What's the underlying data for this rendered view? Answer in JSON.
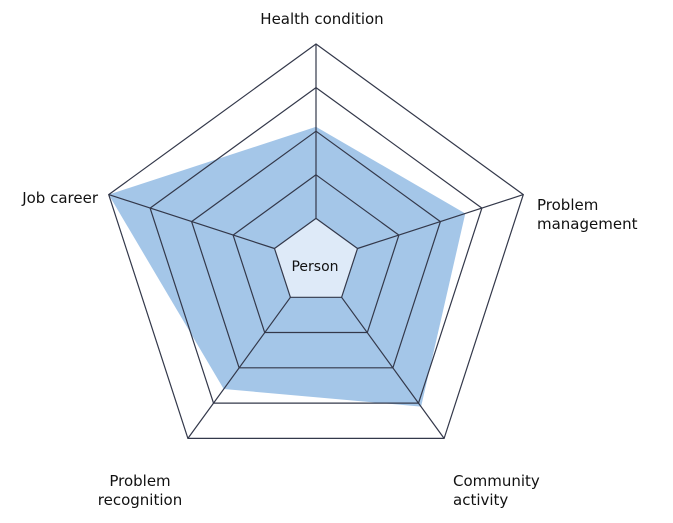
{
  "chart_data": {
    "type": "radar",
    "center_label": "Person",
    "axes": [
      {
        "key": "health",
        "label_lines": [
          "Health condition"
        ]
      },
      {
        "key": "problem_management",
        "label_lines": [
          "Problem",
          "management"
        ]
      },
      {
        "key": "community_activity",
        "label_lines": [
          "Community",
          "activity"
        ]
      },
      {
        "key": "problem_recognition",
        "label_lines": [
          "Problem",
          "recognition"
        ]
      },
      {
        "key": "job_career",
        "label_lines": [
          "Job career"
        ]
      }
    ],
    "levels": 5,
    "rlim": [
      0,
      5
    ],
    "series": [
      {
        "values": [
          3.1,
          3.6,
          4.1,
          3.6,
          5.0
        ]
      }
    ],
    "colors": {
      "fill": "#a4c6e8",
      "center_fill": "#deeaf8",
      "grid": "#33384a"
    }
  }
}
